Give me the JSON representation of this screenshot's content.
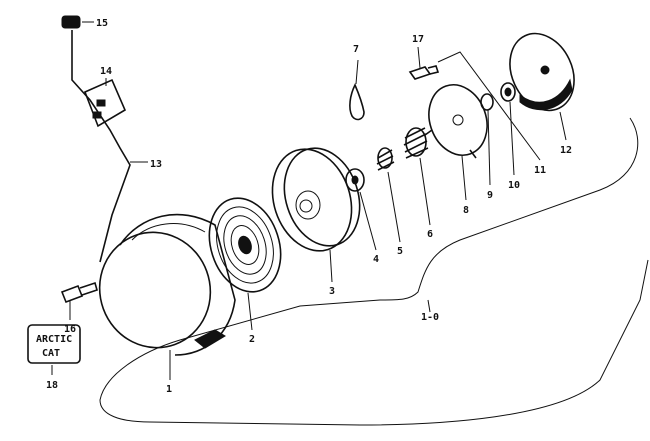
{
  "diagram": {
    "assembly_label": "1-0",
    "callouts": [
      "1",
      "2",
      "3",
      "4",
      "5",
      "6",
      "7",
      "8",
      "9",
      "10",
      "11",
      "12",
      "13",
      "14",
      "15",
      "16",
      "17",
      "18"
    ],
    "decal_text": [
      "ARCTIC",
      "CAT"
    ]
  }
}
